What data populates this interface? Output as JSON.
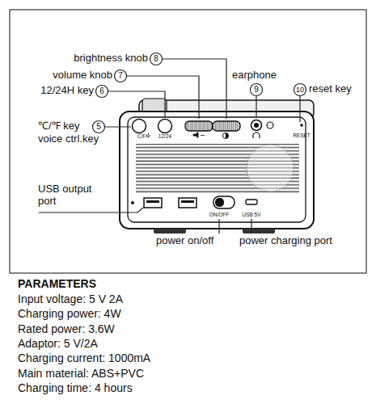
{
  "diagram": {
    "title": "PARAMETERS",
    "labels": [
      "brightness knob",
      "8",
      "volume knob",
      "7",
      "12/24H key",
      "6",
      "earphone",
      "9",
      "10",
      "reset key",
      "℃/℉ key",
      "5",
      "voice ctrl.key",
      "USB output port",
      "C/F/",
      "12/24",
      "RESET",
      "ON/OFF",
      "USB 5V",
      "power on/off",
      "power charging port",
      "Input voltage: 5 V 2A",
      "Charging power: 4W",
      "Rated power: 3.6W",
      "Adaptor: 5 V/2A",
      "Charging current: 1000mA",
      "Main material: ABS+PVC",
      "Charging time: 4 hours"
    ]
  }
}
